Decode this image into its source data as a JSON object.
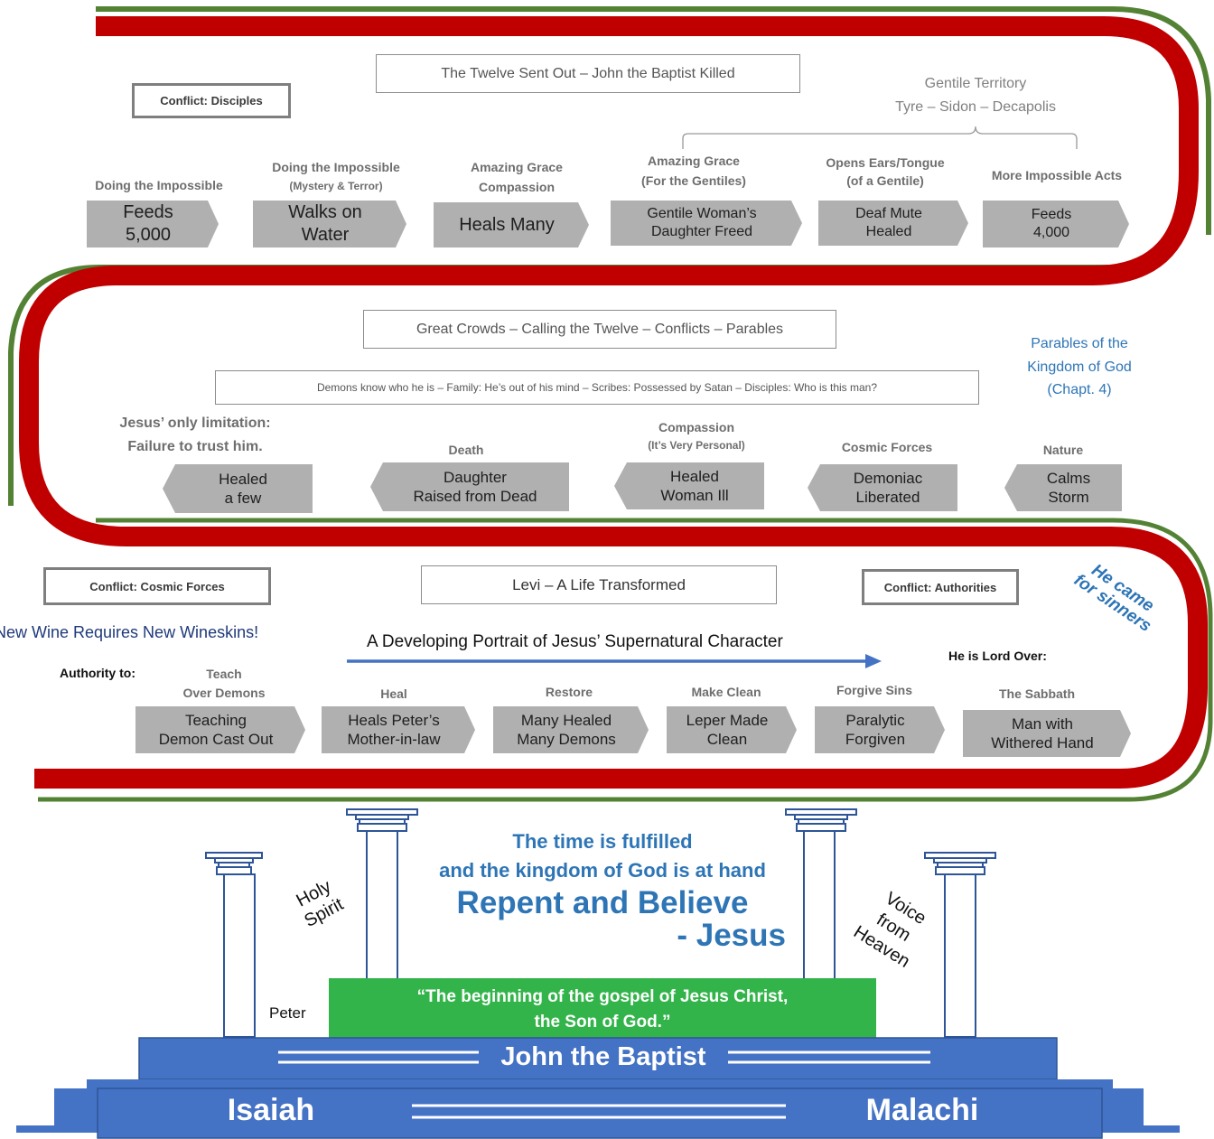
{
  "colors": {
    "track_red": "#c00000",
    "track_green": "#548235",
    "chevron_gray": "#b0b0b0",
    "temple_blue": "#4472c4",
    "banner_green": "#33b44a",
    "text_blue": "#2e75b6"
  },
  "top_row": {
    "banner": "The Twelve Sent Out – John the Baptist Killed",
    "conflict": "Conflict: Disciples",
    "gentile_title": "Gentile Territory",
    "gentile_places": "Tyre – Sidon – Decapolis",
    "steps": [
      {
        "header": "Doing the Impossible",
        "sub": "",
        "label": "Feeds\n5,000"
      },
      {
        "header": "Doing the Impossible",
        "sub": "(Mystery & Terror)",
        "label": "Walks on\nWater"
      },
      {
        "header": "Amazing Grace\nCompassion",
        "sub": "",
        "label": "Heals Many"
      },
      {
        "header": "Amazing Grace\n(For the Gentiles)",
        "sub": "",
        "label": "Gentile Woman’s\nDaughter Freed"
      },
      {
        "header": "Opens Ears/Tongue\n(of a Gentile)",
        "sub": "",
        "label": "Deaf Mute\nHealed"
      },
      {
        "header": "More Impossible Acts",
        "sub": "",
        "label": "Feeds\n4,000"
      }
    ]
  },
  "middle_row": {
    "banner": "Great Crowds – Calling the Twelve – Conflicts – Parables",
    "subbanner": "Demons know who he is – Family: He’s out of his mind – Scribes: Possessed by Satan – Disciples: Who is this man?",
    "parables": "Parables of the\nKingdom of God\n(Chapt. 4)",
    "limitation": "Jesus’ only limitation:\nFailure to trust him.",
    "steps": [
      {
        "header": "",
        "sub": "",
        "label": "Healed\na few"
      },
      {
        "header": "Death",
        "sub": "",
        "label": "Daughter\nRaised from Dead"
      },
      {
        "header": "Compassion",
        "sub": "(It’s Very Personal)",
        "label": "Healed\nWoman Ill"
      },
      {
        "header": "Cosmic Forces",
        "sub": "",
        "label": "Demoniac\nLiberated"
      },
      {
        "header": "Nature",
        "sub": "",
        "label": "Calms\nStorm"
      }
    ]
  },
  "bottom_row": {
    "conflict_left": "Conflict: Cosmic Forces",
    "banner": "Levi – A Life Transformed",
    "conflict_right": "Conflict: Authorities",
    "came_for": "He came\nfor sinners",
    "new_wine": "New Wine Requires New Wineskins!",
    "portrait": "A Developing Portrait of Jesus’ Supernatural Character",
    "authority_to": "Authority to:",
    "lord_over": "He is Lord Over:",
    "steps": [
      {
        "header": "Teach\nOver Demons",
        "sub": "",
        "label": "Teaching\nDemon Cast Out"
      },
      {
        "header": "Heal",
        "sub": "",
        "label": "Heals Peter’s\nMother-in-law"
      },
      {
        "header": "Restore",
        "sub": "",
        "label": "Many Healed\nMany Demons"
      },
      {
        "header": "Make Clean",
        "sub": "",
        "label": "Leper Made\nClean"
      },
      {
        "header": "Forgive Sins",
        "sub": "",
        "label": "Paralytic\nForgiven"
      },
      {
        "header": "The Sabbath",
        "sub": "",
        "label": "Man with\nWithered Hand"
      }
    ]
  },
  "temple": {
    "line1": "The time is fulfilled",
    "line2": "and the kingdom of God is at hand",
    "line3": "Repent and Believe",
    "line4": "- Jesus",
    "holy_spirit": "Holy\nSpirit",
    "voice": "Voice\nfrom\nHeaven",
    "peter": "Peter",
    "quote": "“The beginning of the gospel of Jesus Christ,\nthe Son of God.”",
    "john": "John the Baptist",
    "isaiah": "Isaiah",
    "malachi": "Malachi"
  }
}
